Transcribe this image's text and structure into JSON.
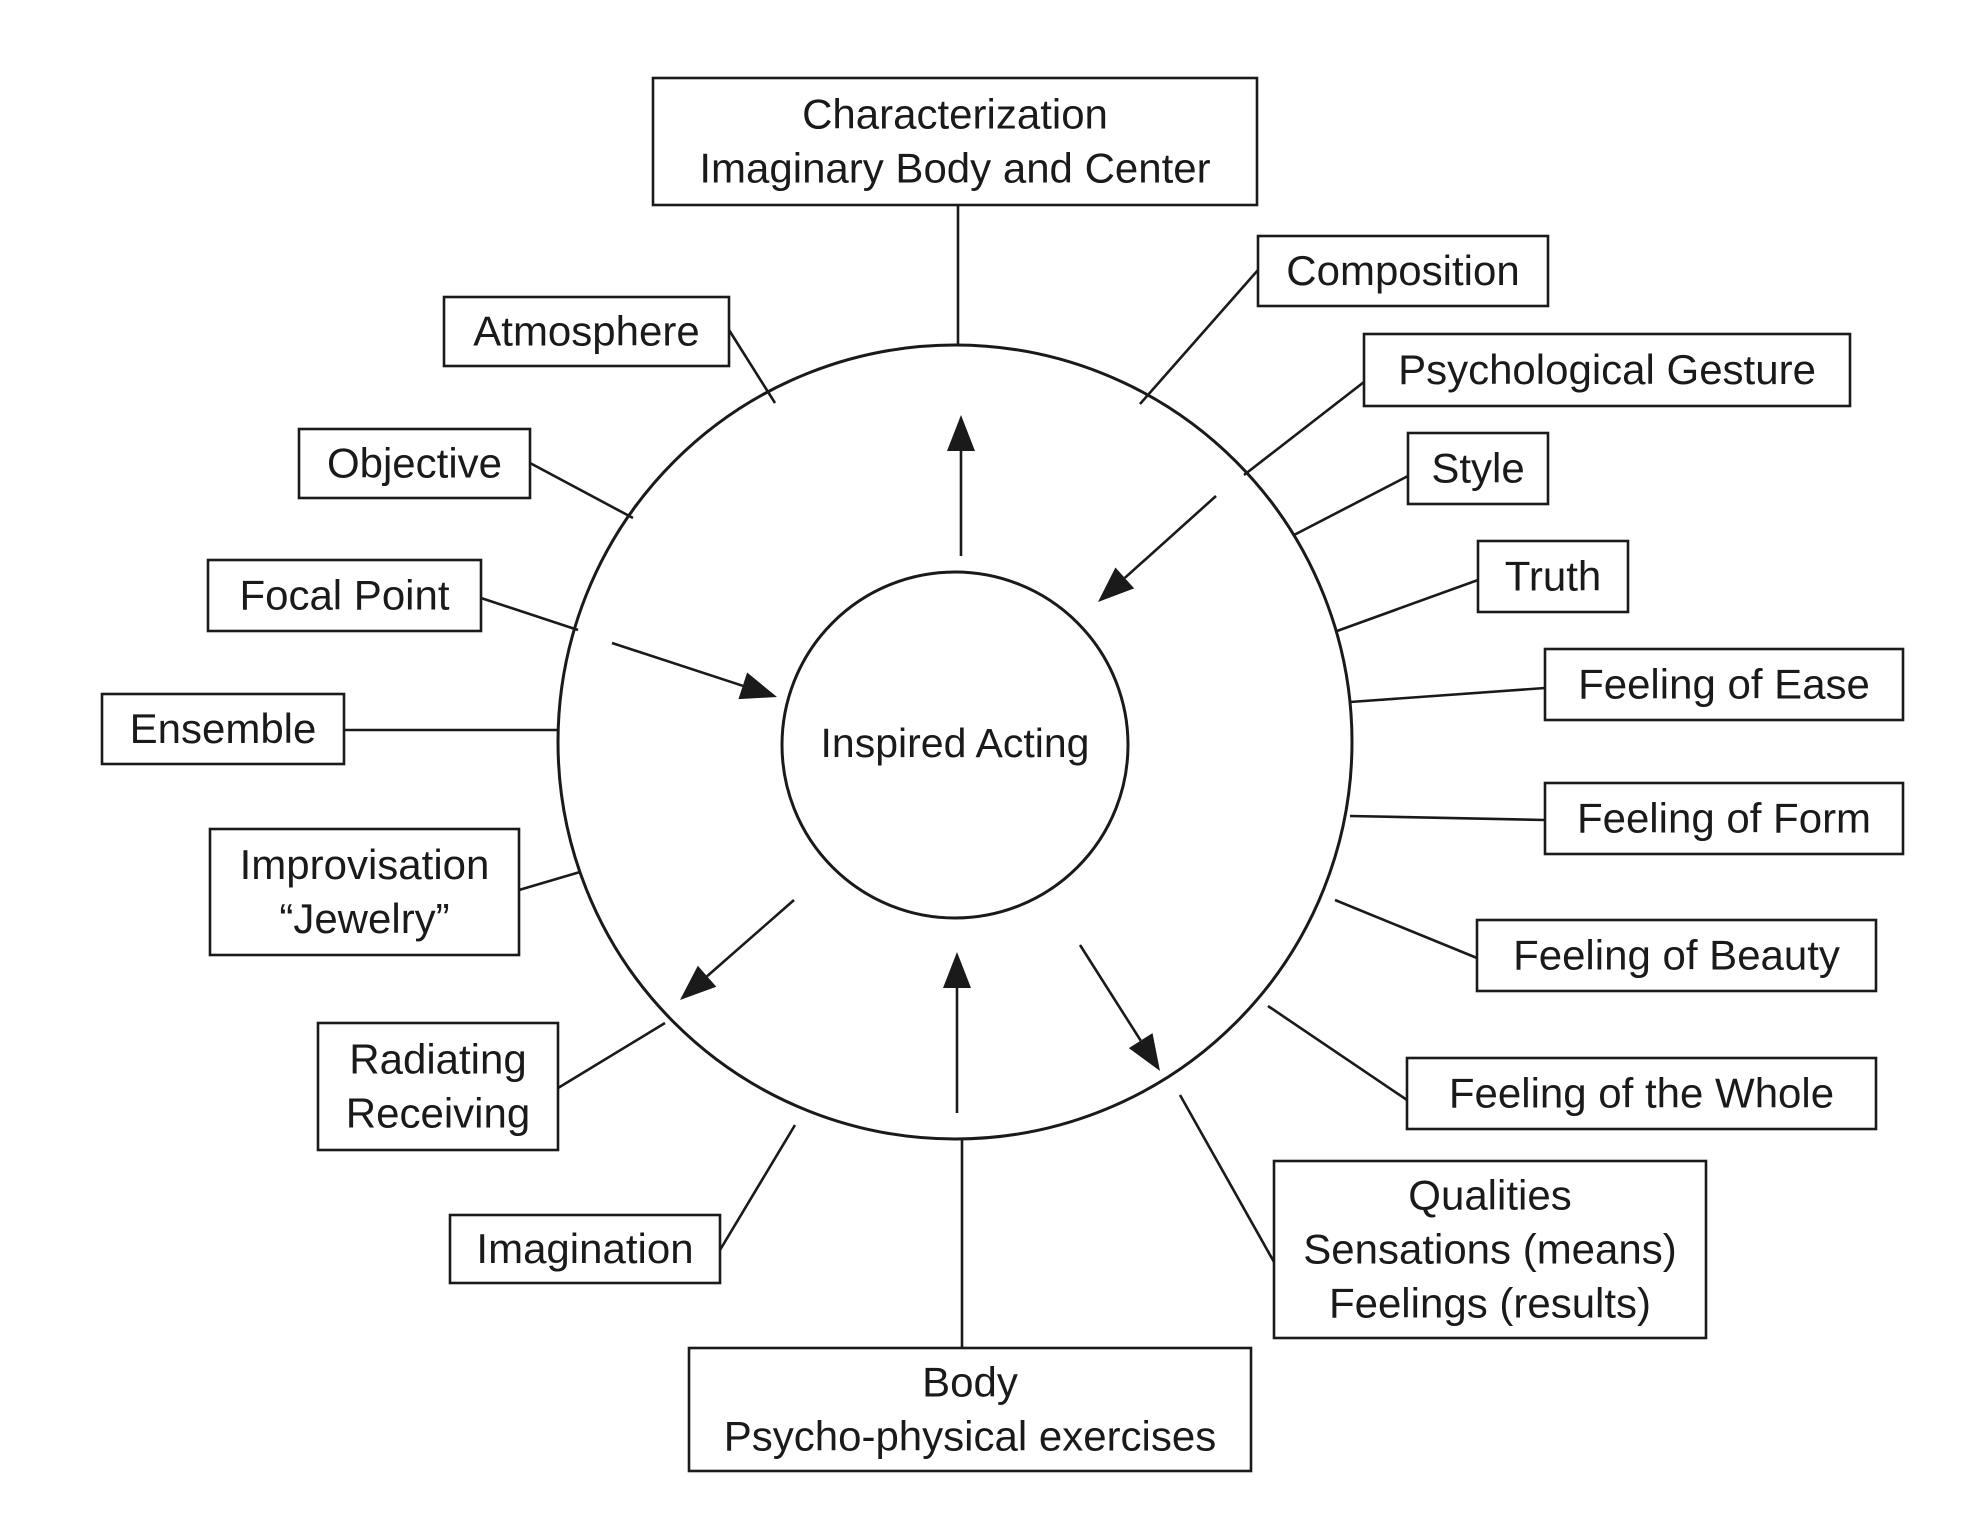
{
  "diagram": {
    "center_label": "Inspired Acting",
    "nodes": [
      {
        "id": "characterization",
        "lines": [
          "Characterization",
          "Imaginary Body and Center"
        ]
      },
      {
        "id": "composition",
        "lines": [
          "Composition"
        ]
      },
      {
        "id": "psychological-gesture",
        "lines": [
          "Psychological Gesture"
        ]
      },
      {
        "id": "style",
        "lines": [
          "Style"
        ]
      },
      {
        "id": "truth",
        "lines": [
          "Truth"
        ]
      },
      {
        "id": "feeling-of-ease",
        "lines": [
          "Feeling of Ease"
        ]
      },
      {
        "id": "feeling-of-form",
        "lines": [
          "Feeling of Form"
        ]
      },
      {
        "id": "feeling-of-beauty",
        "lines": [
          "Feeling of Beauty"
        ]
      },
      {
        "id": "feeling-of-the-whole",
        "lines": [
          "Feeling of the Whole"
        ]
      },
      {
        "id": "qualities",
        "lines": [
          "Qualities",
          "Sensations (means)",
          "Feelings (results)"
        ]
      },
      {
        "id": "body",
        "lines": [
          "Body",
          "Psycho-physical exercises"
        ]
      },
      {
        "id": "imagination",
        "lines": [
          "Imagination"
        ]
      },
      {
        "id": "radiating",
        "lines": [
          "Radiating",
          "Receiving"
        ]
      },
      {
        "id": "improvisation",
        "lines": [
          "Improvisation",
          "“Jewelry”"
        ]
      },
      {
        "id": "ensemble",
        "lines": [
          "Ensemble"
        ]
      },
      {
        "id": "focal-point",
        "lines": [
          "Focal Point"
        ]
      },
      {
        "id": "objective",
        "lines": [
          "Objective"
        ]
      },
      {
        "id": "atmosphere",
        "lines": [
          "Atmosphere"
        ]
      }
    ],
    "arrows": [
      {
        "id": "up-top",
        "direction": "outward"
      },
      {
        "id": "upper-right",
        "direction": "inward"
      },
      {
        "id": "left",
        "direction": "inward"
      },
      {
        "id": "lower-left",
        "direction": "outward"
      },
      {
        "id": "up-bottom",
        "direction": "inward"
      },
      {
        "id": "lower-right",
        "direction": "outward"
      }
    ]
  }
}
